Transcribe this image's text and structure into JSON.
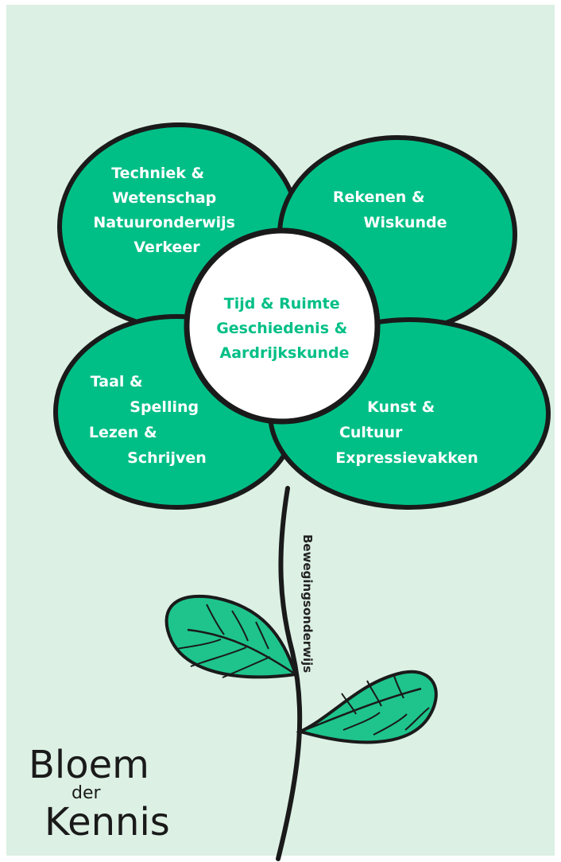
{
  "colors": {
    "background": "#dcf0e4",
    "frame": "#ffffff",
    "petal_fill": "#00bf86",
    "outline": "#1a1a1a",
    "center_fill": "#ffffff",
    "center_text": "#00bf86",
    "leaf_fill": "#1ec48c"
  },
  "petals": {
    "top_left": [
      "Techniek &",
      "Wetenschap",
      "Natuuronderwijs",
      "Verkeer"
    ],
    "top_right": [
      "Rekenen &",
      "Wiskunde"
    ],
    "bottom_left": [
      "Taal &",
      "Spelling",
      "Lezen &",
      "Schrijven"
    ],
    "bottom_right": [
      "Kunst &",
      "Cultuur",
      "Expressievakken"
    ]
  },
  "center": [
    "Tijd & Ruimte",
    "Geschiedenis &",
    "Aardrijkskunde"
  ],
  "stem_label": "Bewegingsonderwijs",
  "title": {
    "line1": "Bloem",
    "line2": "der",
    "line3": "Kennis"
  }
}
